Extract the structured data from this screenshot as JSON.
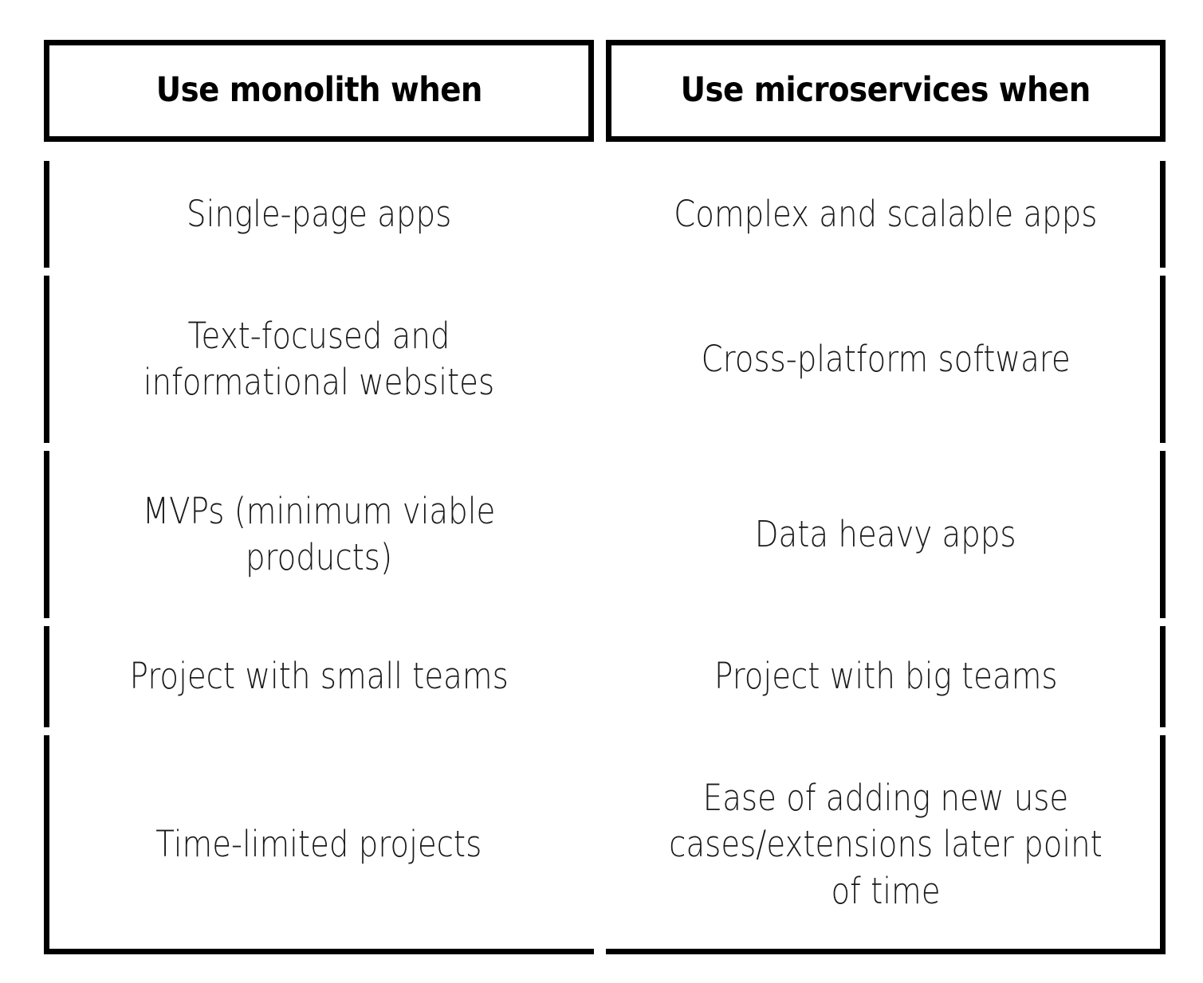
{
  "table": {
    "columns": [
      {
        "key": "monolith",
        "header": "Use monolith when",
        "rows": [
          "Single-page apps",
          "Text-focused and informational websites",
          "MVPs (minimum viable products)",
          "Project with small teams",
          "Time-limited projects"
        ]
      },
      {
        "key": "microservices",
        "header": "Use microservices when",
        "rows": [
          "Complex and scalable apps",
          "Cross-platform software",
          "Data heavy apps",
          "Project with big teams",
          "Ease of adding new use cases/extensions later point of time"
        ]
      }
    ],
    "colors": {
      "border": "#000000",
      "background": "#ffffff",
      "header_text": "#000000",
      "body_text": "#1a1a1a"
    }
  }
}
